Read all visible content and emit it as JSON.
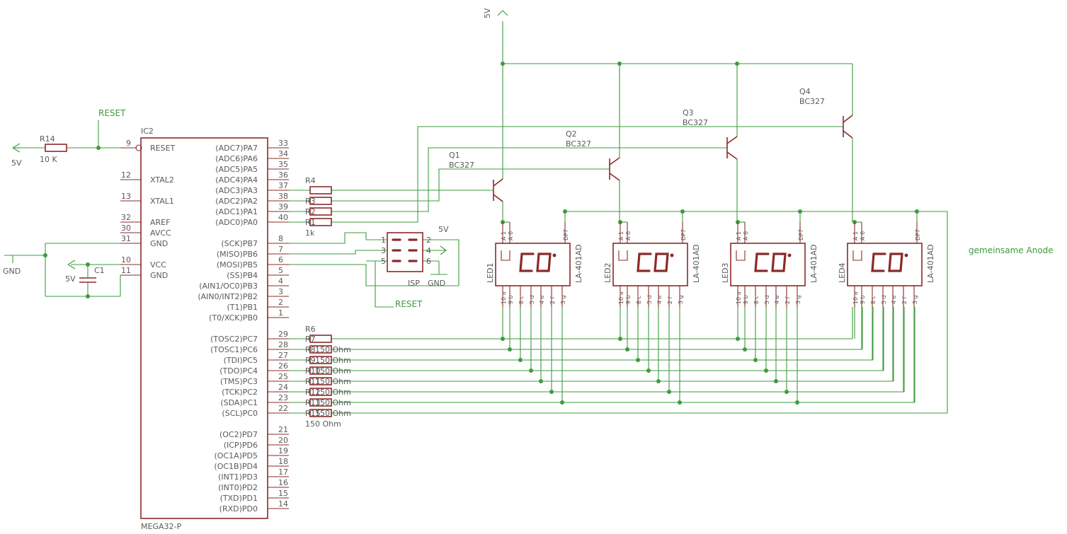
{
  "ic": {
    "ref": "IC2",
    "value": "MEGA32-P",
    "left_pins": [
      {
        "num": "9",
        "name": "RESET"
      },
      {
        "num": "12",
        "name": "XTAL2"
      },
      {
        "num": "13",
        "name": "XTAL1"
      },
      {
        "num": "32",
        "name": "AREF"
      },
      {
        "num": "30",
        "name": "AVCC"
      },
      {
        "num": "31",
        "name": "GND"
      },
      {
        "num": "10",
        "name": "VCC"
      },
      {
        "num": "11",
        "name": "GND"
      }
    ],
    "right_pins": [
      {
        "num": "33",
        "name": "(ADC7)PA7"
      },
      {
        "num": "34",
        "name": "(ADC6)PA6"
      },
      {
        "num": "35",
        "name": "(ADC5)PA5"
      },
      {
        "num": "36",
        "name": "(ADC4)PA4"
      },
      {
        "num": "37",
        "name": "(ADC3)PA3"
      },
      {
        "num": "38",
        "name": "(ADC2)PA2"
      },
      {
        "num": "39",
        "name": "(ADC1)PA1"
      },
      {
        "num": "40",
        "name": "(ADC0)PA0"
      },
      {
        "num": "8",
        "name": "(SCK)PB7"
      },
      {
        "num": "7",
        "name": "(MISO)PB6"
      },
      {
        "num": "6",
        "name": "(MOSI)PB5"
      },
      {
        "num": "5",
        "name": "(SS)PB4"
      },
      {
        "num": "4",
        "name": "(AIN1/OC0)PB3"
      },
      {
        "num": "3",
        "name": "(AIN0/INT2)PB2"
      },
      {
        "num": "2",
        "name": "(T1)PB1"
      },
      {
        "num": "1",
        "name": "(T0/XCK)PB0"
      },
      {
        "num": "29",
        "name": "(TOSC2)PC7"
      },
      {
        "num": "28",
        "name": "(TOSC1)PC6"
      },
      {
        "num": "27",
        "name": "(TDI)PC5"
      },
      {
        "num": "26",
        "name": "(TDO)PC4"
      },
      {
        "num": "25",
        "name": "(TMS)PC3"
      },
      {
        "num": "24",
        "name": "(TCK)PC2"
      },
      {
        "num": "23",
        "name": "(SDA)PC1"
      },
      {
        "num": "22",
        "name": "(SCL)PC0"
      },
      {
        "num": "21",
        "name": "(OC2)PD7"
      },
      {
        "num": "20",
        "name": "(ICP)PD6"
      },
      {
        "num": "19",
        "name": "(OC1A)PD5"
      },
      {
        "num": "18",
        "name": "(OC1B)PD4"
      },
      {
        "num": "17",
        "name": "(INT1)PD3"
      },
      {
        "num": "16",
        "name": "(INT0)PD2"
      },
      {
        "num": "15",
        "name": "(TXD)PD1"
      },
      {
        "num": "14",
        "name": "(RXD)PD0"
      }
    ]
  },
  "r14": {
    "ref": "R14",
    "value": "10 K"
  },
  "c1": {
    "ref": "C1"
  },
  "nets": {
    "reset": "RESET",
    "v5": "5V",
    "gnd": "GND",
    "anode_note": "gemeinsame Anode"
  },
  "resistors_pa": {
    "refs": [
      "R4",
      "R3",
      "R2",
      "R1"
    ],
    "value": "1k"
  },
  "resistors_pc": {
    "refs": [
      "R6",
      "R7",
      "R8",
      "R9",
      "R10",
      "R11",
      "R12",
      "R13",
      "R15"
    ],
    "value": "150 Ohm"
  },
  "isp": {
    "ref": "ISP",
    "pins": [
      "1",
      "2",
      "3",
      "4",
      "5",
      "6"
    ],
    "gnd": "GND"
  },
  "transistors": [
    {
      "ref": "Q1",
      "value": "BC327"
    },
    {
      "ref": "Q2",
      "value": "BC327"
    },
    {
      "ref": "Q3",
      "value": "BC327"
    },
    {
      "ref": "Q4",
      "value": "BC327"
    }
  ],
  "leds": {
    "refs": [
      "LED1",
      "LED2",
      "LED3",
      "LED4"
    ],
    "value": "LA-401AD",
    "top_pins": [
      "A 1",
      "A 6",
      "DP7"
    ],
    "bottom_pins": [
      "10 a",
      "9 b",
      "8 c",
      "5 d",
      "4 e",
      "2 f",
      "3 g"
    ]
  }
}
